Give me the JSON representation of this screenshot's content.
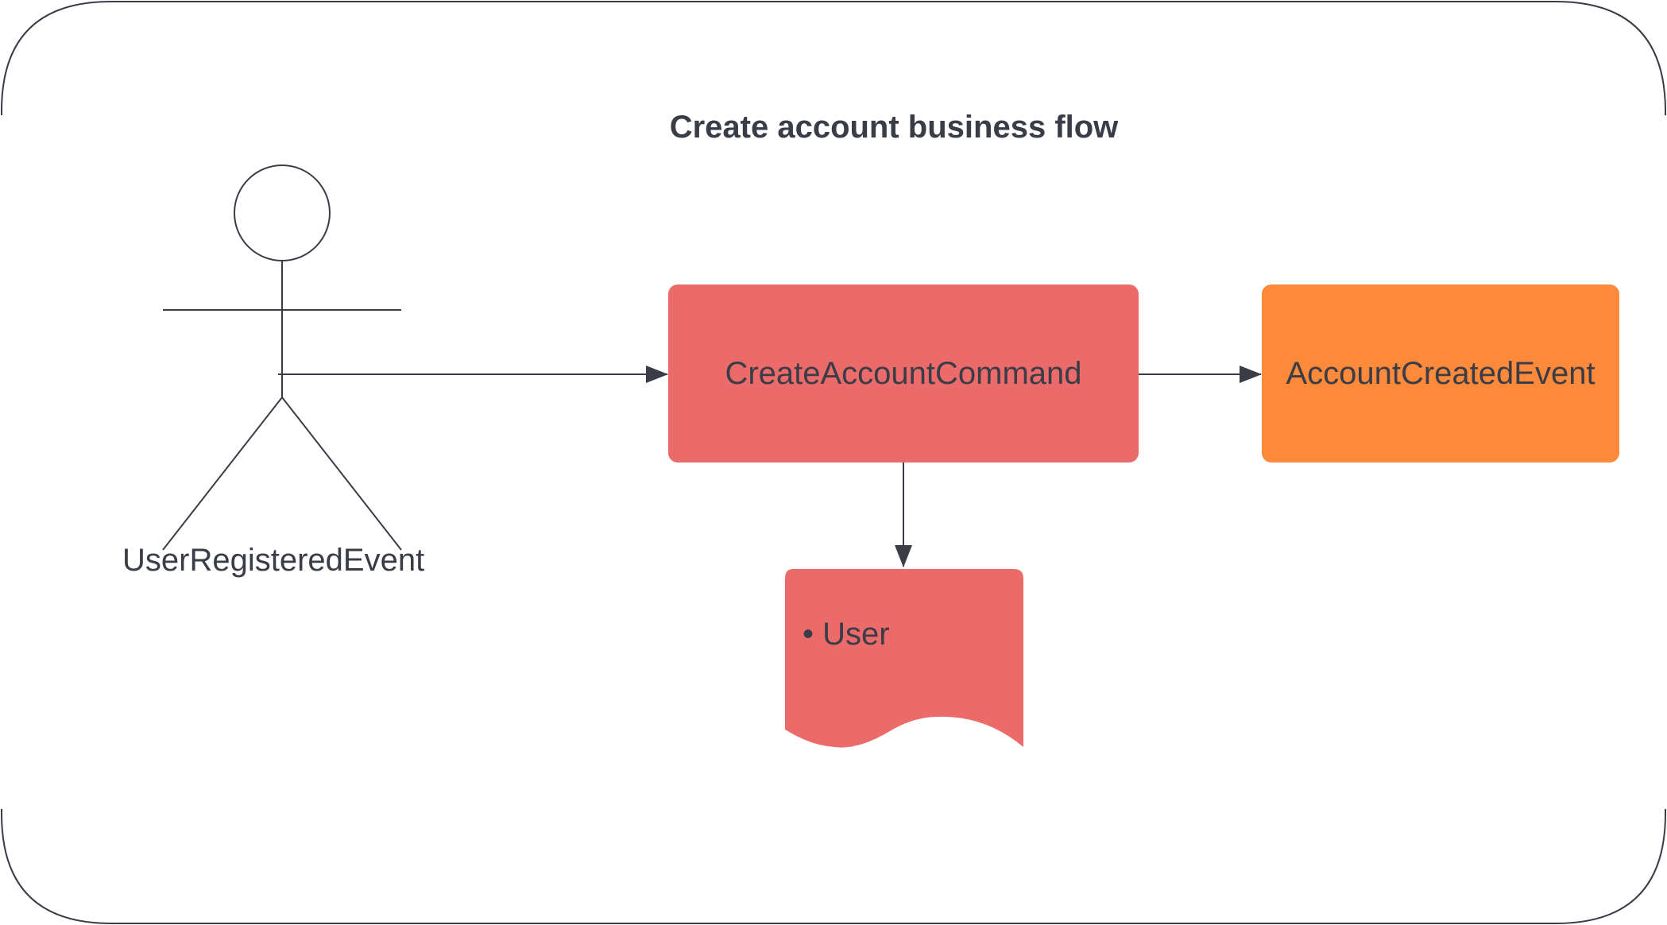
{
  "title": "Create account business flow",
  "actor": {
    "label": "UserRegisteredEvent"
  },
  "command": {
    "label": "CreateAccountCommand",
    "color": "#eb6b6b"
  },
  "event": {
    "label": "AccountCreatedEvent",
    "color": "#fd8a3a"
  },
  "aggregate": {
    "items": [
      "User"
    ],
    "color": "#eb6b6b"
  },
  "colors": {
    "text": "#3a3d47",
    "stroke": "#3a3d47",
    "frame": "#3a3d47"
  },
  "edges": [
    {
      "from": "UserRegisteredEvent",
      "to": "CreateAccountCommand"
    },
    {
      "from": "CreateAccountCommand",
      "to": "AccountCreatedEvent"
    },
    {
      "from": "CreateAccountCommand",
      "to": "User"
    }
  ]
}
